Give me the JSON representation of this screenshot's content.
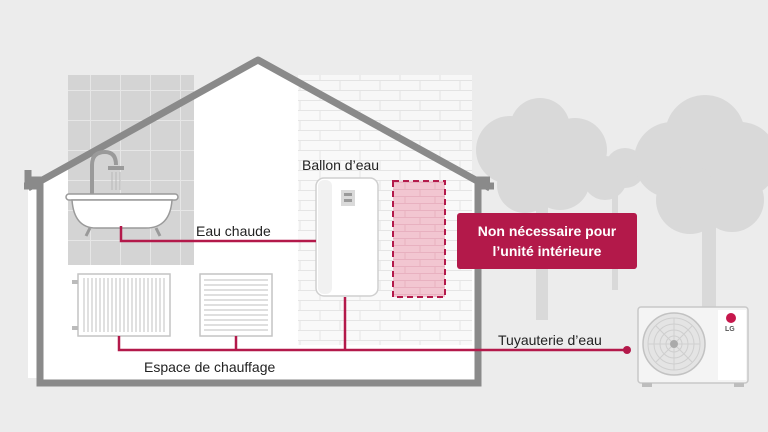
{
  "labels": {
    "hot_water": "Eau chaude",
    "boiler": "Ballon d’eau",
    "heating_space": "Espace de chauffage",
    "water_piping": "Tuyauterie d’eau"
  },
  "badge": {
    "line1": "Non nécessaire pour",
    "line2": "l’unité intérieure"
  },
  "outdoor_unit": {
    "brand": "LG"
  },
  "colors": {
    "pipe": "#b3194a",
    "badge_bg": "#b3194a",
    "house_outline": "#8a8a8a",
    "background": "#ececec"
  }
}
